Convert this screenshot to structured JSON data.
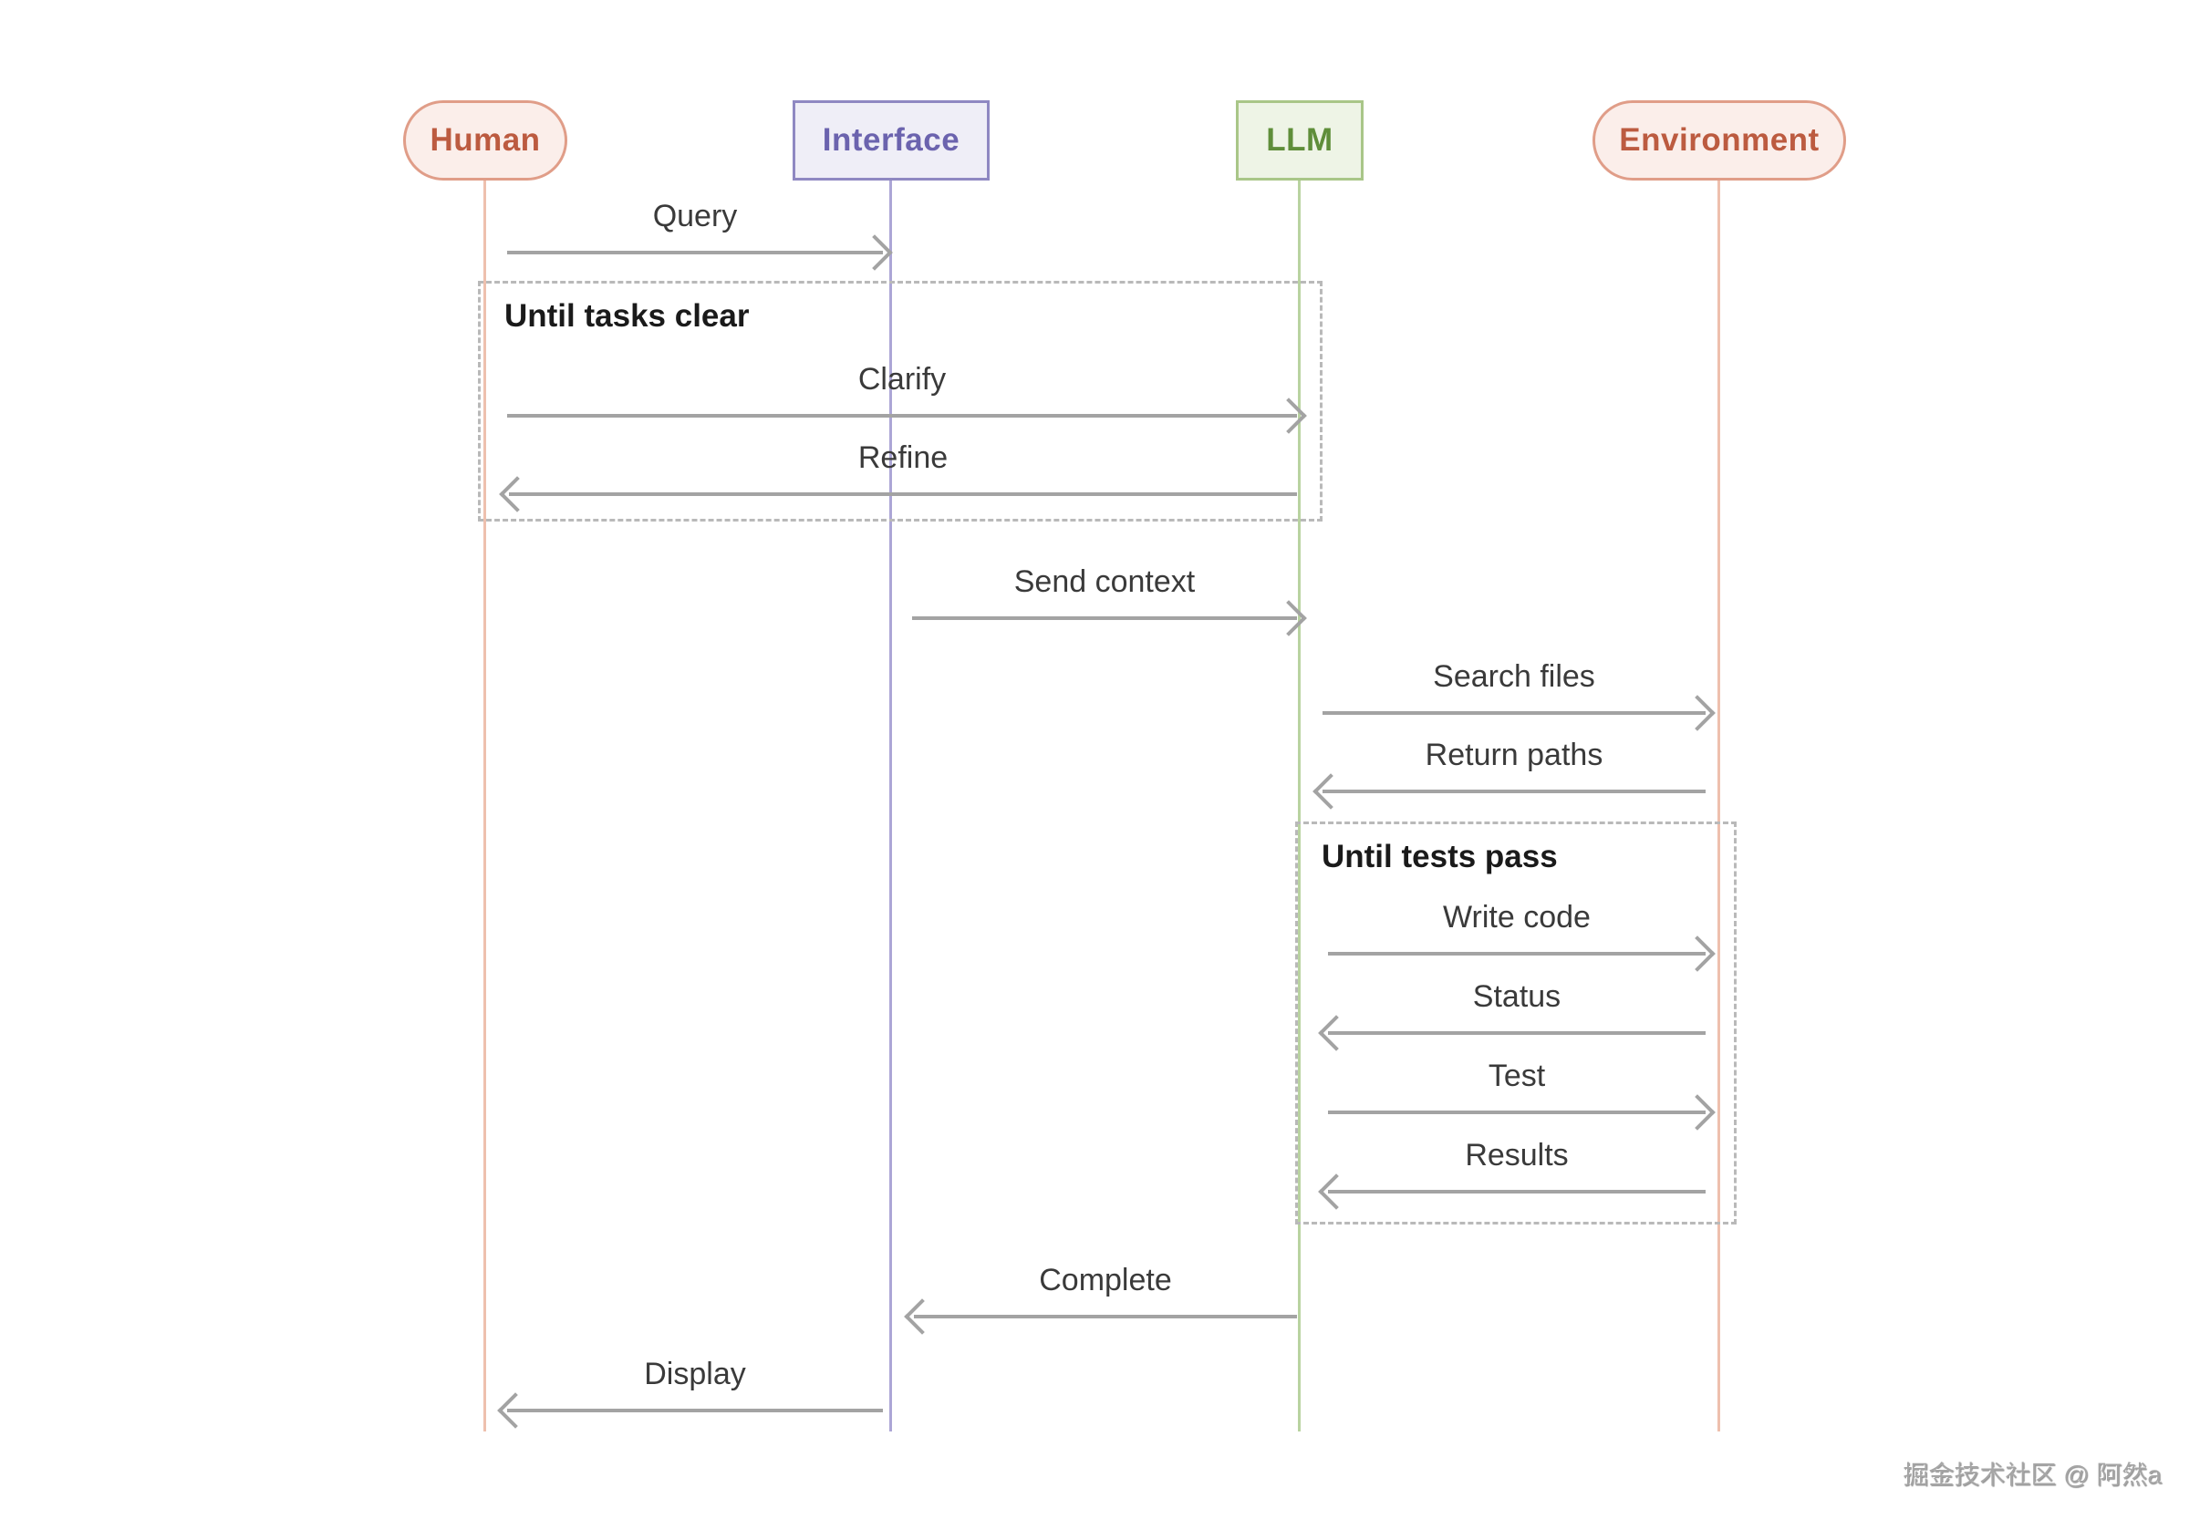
{
  "diagram": {
    "type": "sequence-diagram",
    "actors": [
      {
        "id": "human",
        "label": "Human",
        "shape": "pill",
        "accent": "#bc5b40"
      },
      {
        "id": "interface",
        "label": "Interface",
        "shape": "rect",
        "accent": "#6b63ae"
      },
      {
        "id": "llm",
        "label": "LLM",
        "shape": "rect",
        "accent": "#5f8e3a"
      },
      {
        "id": "environment",
        "label": "Environment",
        "shape": "pill",
        "accent": "#bc5b40"
      }
    ],
    "loops": [
      {
        "title": "Until tasks clear",
        "from": "Human",
        "to": "LLM"
      },
      {
        "title": "Until tests pass",
        "from": "LLM",
        "to": "Environment"
      }
    ],
    "messages": [
      {
        "label": "Query",
        "from": "Human",
        "to": "Interface",
        "direction": "right",
        "loop": null
      },
      {
        "label": "Clarify",
        "from": "Human",
        "to": "LLM",
        "direction": "right",
        "loop": "Until tasks clear"
      },
      {
        "label": "Refine",
        "from": "LLM",
        "to": "Human",
        "direction": "left",
        "loop": "Until tasks clear"
      },
      {
        "label": "Send context",
        "from": "Interface",
        "to": "LLM",
        "direction": "right",
        "loop": null
      },
      {
        "label": "Search files",
        "from": "LLM",
        "to": "Environment",
        "direction": "right",
        "loop": null
      },
      {
        "label": "Return paths",
        "from": "Environment",
        "to": "LLM",
        "direction": "left",
        "loop": null
      },
      {
        "label": "Write code",
        "from": "LLM",
        "to": "Environment",
        "direction": "right",
        "loop": "Until tests pass"
      },
      {
        "label": "Status",
        "from": "Environment",
        "to": "LLM",
        "direction": "left",
        "loop": "Until tests pass"
      },
      {
        "label": "Test",
        "from": "LLM",
        "to": "Environment",
        "direction": "right",
        "loop": "Until tests pass"
      },
      {
        "label": "Results",
        "from": "Environment",
        "to": "LLM",
        "direction": "left",
        "loop": "Until tests pass"
      },
      {
        "label": "Complete",
        "from": "LLM",
        "to": "Interface",
        "direction": "left",
        "loop": null
      },
      {
        "label": "Display",
        "from": "Interface",
        "to": "Human",
        "direction": "left",
        "loop": null
      }
    ],
    "colors": {
      "arrow": "#a3a3a3",
      "loop_border": "#b9b9b9",
      "human_env_fill": "#fbeeea",
      "human_env_border": "#e09d88",
      "interface_fill": "#efeef7",
      "interface_border": "#8f88c2",
      "llm_fill": "#eef4e6",
      "llm_border": "#a9c688",
      "message_text": "#3a3a3a"
    },
    "watermark": {
      "text": "掘金技术社区 @ 阿然a"
    }
  }
}
